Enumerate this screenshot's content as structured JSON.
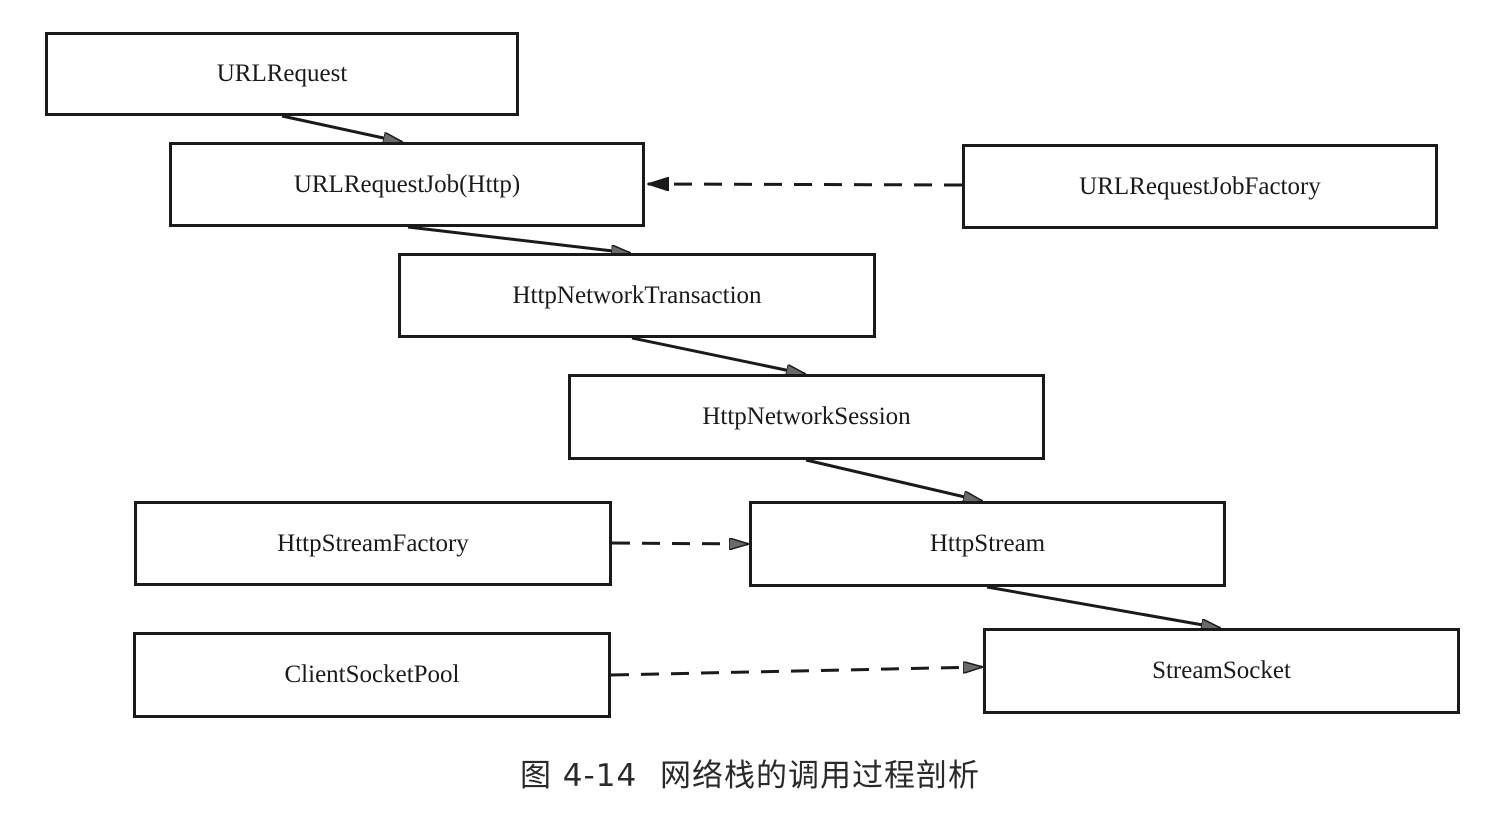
{
  "diagram": {
    "nodes": [
      {
        "id": "urlrequest",
        "label": "URLRequest"
      },
      {
        "id": "urlrequestjob",
        "label": "URLRequestJob(Http)"
      },
      {
        "id": "jobfactory",
        "label": "URLRequestJobFactory"
      },
      {
        "id": "transaction",
        "label": "HttpNetworkTransaction"
      },
      {
        "id": "session",
        "label": "HttpNetworkSession"
      },
      {
        "id": "streamfactory",
        "label": "HttpStreamFactory"
      },
      {
        "id": "httpstream",
        "label": "HttpStream"
      },
      {
        "id": "socketpool",
        "label": "ClientSocketPool"
      },
      {
        "id": "streamsocket",
        "label": "StreamSocket"
      }
    ],
    "edges": [
      {
        "from": "urlrequest",
        "to": "urlrequestjob",
        "style": "solid"
      },
      {
        "from": "urlrequestjob",
        "to": "transaction",
        "style": "solid"
      },
      {
        "from": "transaction",
        "to": "session",
        "style": "solid"
      },
      {
        "from": "session",
        "to": "httpstream",
        "style": "solid"
      },
      {
        "from": "httpstream",
        "to": "streamsocket",
        "style": "solid"
      },
      {
        "from": "jobfactory",
        "to": "urlrequestjob",
        "style": "dashed"
      },
      {
        "from": "streamfactory",
        "to": "httpstream",
        "style": "dashed"
      },
      {
        "from": "socketpool",
        "to": "streamsocket",
        "style": "dashed"
      }
    ],
    "caption": {
      "figure_number": "图 4-14",
      "title": "网络栈的调用过程剖析"
    },
    "colors": {
      "stroke": "#1a1a1a",
      "background": "#ffffff"
    }
  }
}
